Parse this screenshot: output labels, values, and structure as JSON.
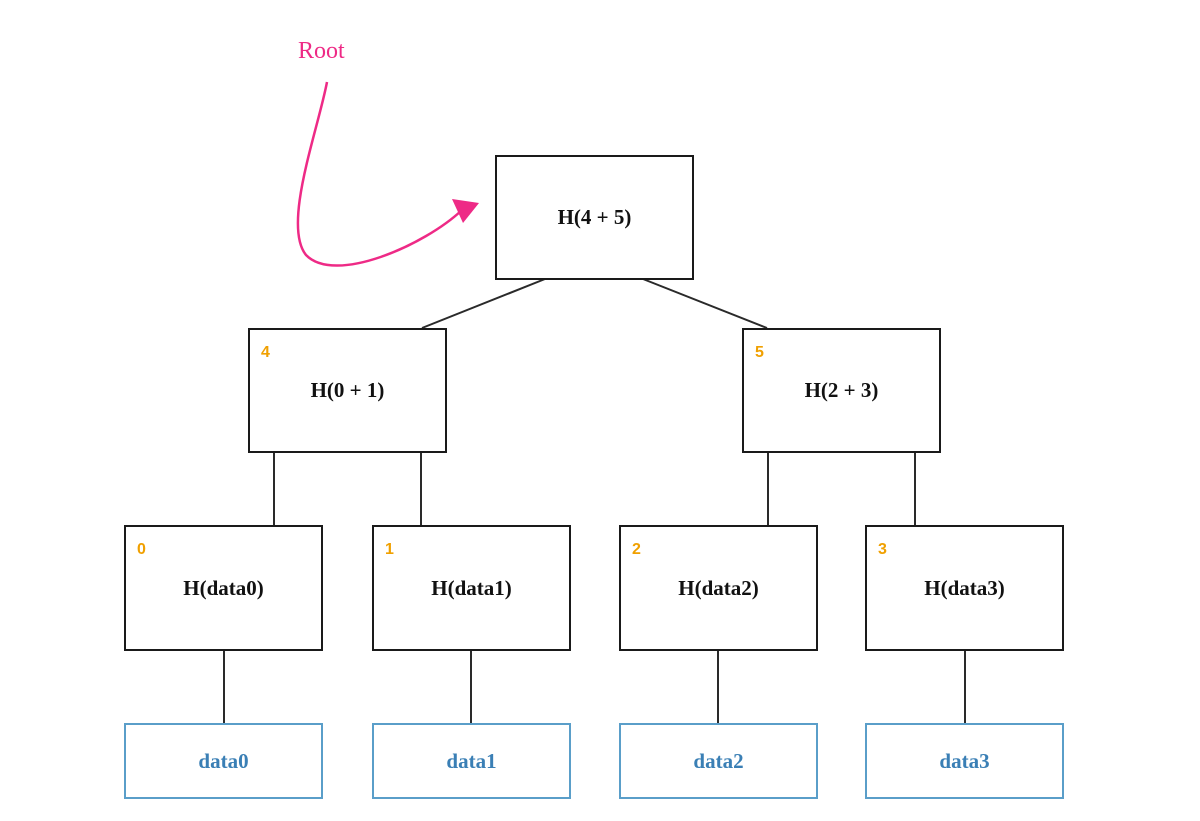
{
  "colors": {
    "edge": "#2a2a2a",
    "box_border": "#1a1a1a",
    "index": "#f0a000",
    "data_border": "#5a9ec9",
    "data_text": "#3a7fb5",
    "root": "#ee2a86"
  },
  "root_label": "Root",
  "nodes": {
    "top": {
      "label": "H(4 + 5)"
    },
    "n4": {
      "index": "4",
      "label": "H(0 + 1)"
    },
    "n5": {
      "index": "5",
      "label": "H(2 + 3)"
    },
    "n0": {
      "index": "0",
      "label": "H(data0)"
    },
    "n1": {
      "index": "1",
      "label": "H(data1)"
    },
    "n2": {
      "index": "2",
      "label": "H(data2)"
    },
    "n3": {
      "index": "3",
      "label": "H(data3)"
    }
  },
  "data_blocks": [
    "data0",
    "data1",
    "data2",
    "data3"
  ]
}
